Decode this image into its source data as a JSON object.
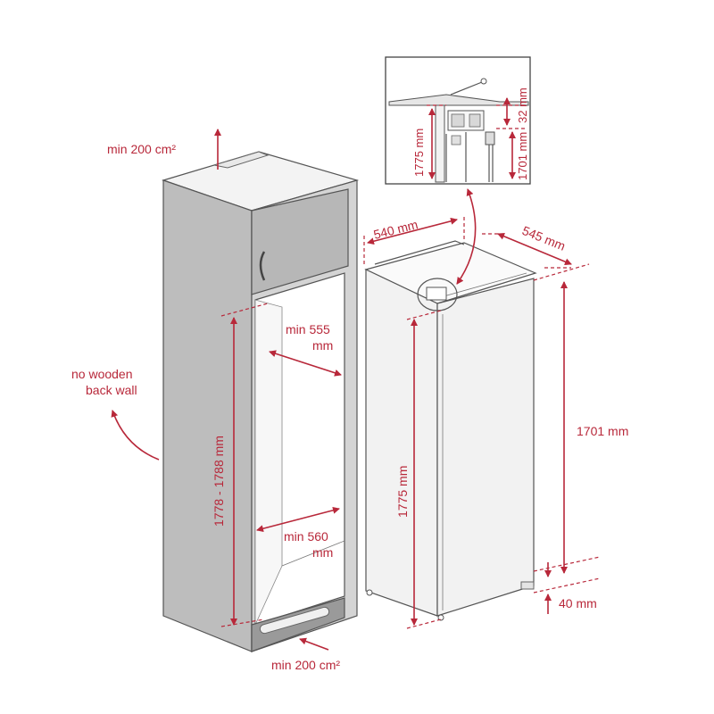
{
  "labels": {
    "top_vent": "min 200 cm²",
    "bottom_vent": "min 200 cm²",
    "no_back_wall_1": "no wooden",
    "no_back_wall_2": "back wall",
    "niche_height": "1778 - 1788 mm",
    "niche_width_top_1": "min 555",
    "niche_width_top_2": "mm",
    "niche_width_bottom_1": "min 560",
    "niche_width_bottom_2": "mm",
    "appliance_width": "540 mm",
    "appliance_depth": "545 mm",
    "appliance_height": "1775 mm",
    "door_height": "1701 mm",
    "bottom_gap": "40 mm",
    "detail_height": "1775 mm",
    "detail_door": "1701 mm",
    "detail_gap": "32 mm"
  },
  "colors": {
    "accent": "#b8283a",
    "cabinet_side": "#bdbdbd",
    "cabinet_front": "#d4d4d4",
    "cabinet_top": "#f3f3f3",
    "appliance": "#f2f2f2"
  }
}
